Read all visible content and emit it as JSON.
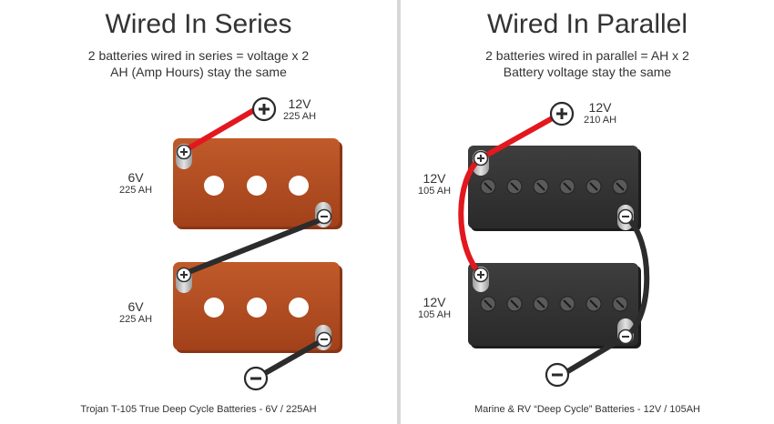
{
  "colors": {
    "battery_series": "#b14a1e",
    "battery_parallel": "#333333",
    "wire_positive": "#e3181e",
    "wire_negative": "#2c2c2c"
  },
  "series": {
    "title": "Wired In Series",
    "subtitle_line1": "2 batteries wired in series = voltage x 2",
    "subtitle_line2": "AH (Amp Hours) stay the same",
    "output": {
      "voltage": "12V",
      "capacity": "225 AH"
    },
    "battery_top": {
      "voltage": "6V",
      "capacity": "225 AH"
    },
    "battery_bottom": {
      "voltage": "6V",
      "capacity": "225 AH"
    },
    "footer": "Trojan T-105 True Deep Cycle Batteries - 6V / 225AH"
  },
  "parallel": {
    "title": "Wired In Parallel",
    "subtitle_line1": "2 batteries wired in parallel = AH x 2",
    "subtitle_line2": "Battery voltage stay the same",
    "output": {
      "voltage": "12V",
      "capacity": "210 AH"
    },
    "battery_top": {
      "voltage": "12V",
      "capacity": "105 AH"
    },
    "battery_bottom": {
      "voltage": "12V",
      "capacity": "105 AH"
    },
    "footer": "Marine & RV “Deep Cycle” Batteries - 12V / 105AH"
  },
  "icons": {
    "positive_terminal": "plus-circle-icon",
    "negative_terminal": "minus-circle-icon"
  }
}
